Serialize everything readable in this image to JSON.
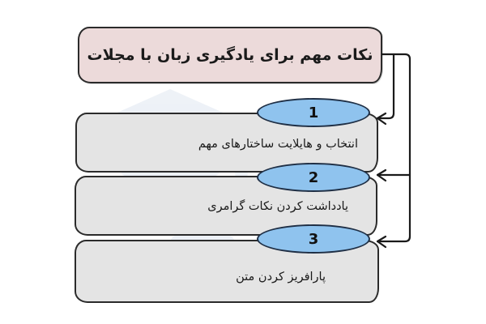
{
  "title": "نکات مهم برای یادگیری زبان با مجلات",
  "items": [
    {
      "number": "1",
      "text": "انتخاب و هایلایت ساختارهای مهم"
    },
    {
      "number": "2",
      "text": "یادداشت کردن نکات گرامری"
    },
    {
      "number": "3",
      "text": "پارافریز کردن متن"
    }
  ],
  "colors": {
    "title_fill": "#ecdada",
    "item_fill": "#e4e4e4",
    "badge_fill": "#8fc3ee",
    "outline": "#2b2b2b"
  }
}
